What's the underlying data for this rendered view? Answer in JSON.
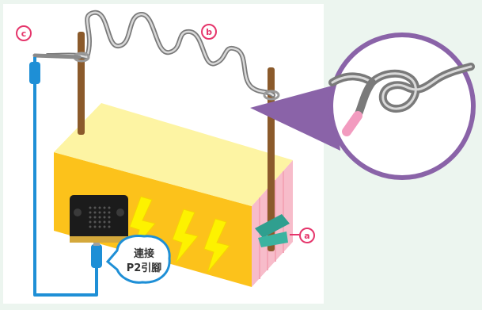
{
  "labels": {
    "a": "a",
    "b": "b",
    "c": "c"
  },
  "callout": {
    "line1": "連接",
    "line2": "P2引腳"
  },
  "colors": {
    "background": "#ecf5ef",
    "panel": "#ffffff",
    "box_top": "#fdf4a3",
    "box_front": "#fcc21b",
    "box_side": "#f7bcca",
    "lightning": "#fdf200",
    "wire_blue": "#1e8fd6",
    "label_pink": "#e5356b",
    "magnifier_ring": "#8a63a8",
    "pole": "#8b5a2b",
    "tape": "#2f9f8f",
    "microbit": "#1b1b1b"
  },
  "icons": [
    "lightning-bolt",
    "microbit-board",
    "tape",
    "magnifier"
  ]
}
